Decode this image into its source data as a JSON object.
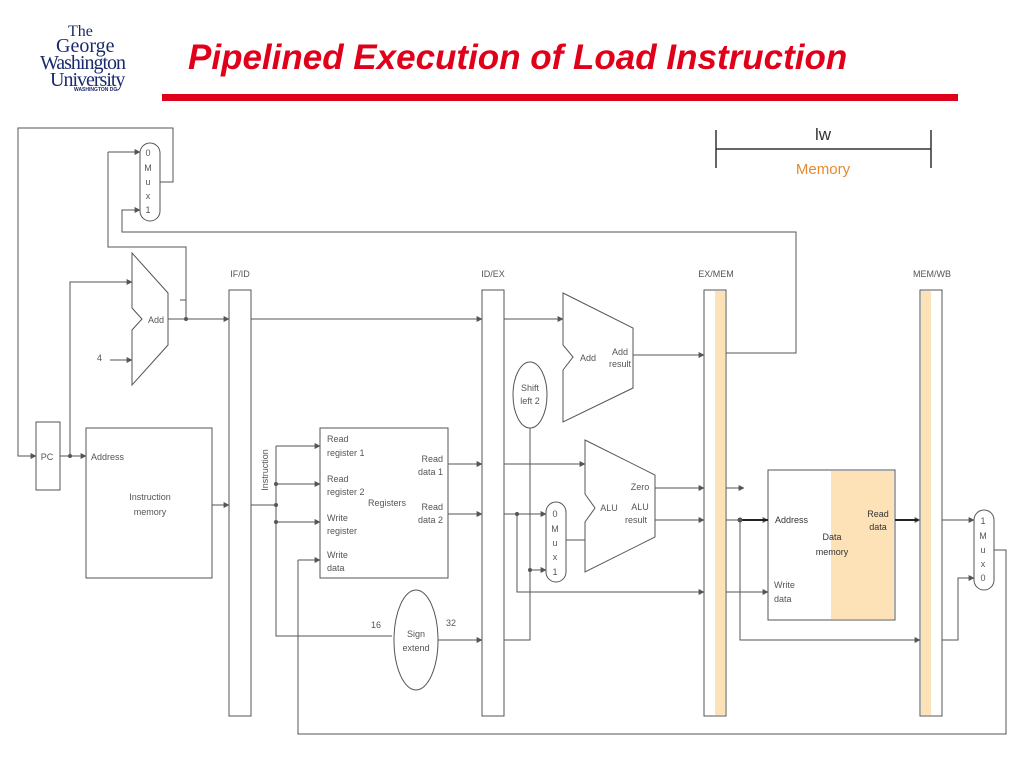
{
  "header": {
    "title": "Pipelined Execution of Load Instruction",
    "logo": {
      "line1": "The",
      "line2": "George",
      "line3": "Washington",
      "line4": "University",
      "line5": "WASHINGTON DC"
    }
  },
  "legend": {
    "instruction": "lw",
    "stage": "Memory"
  },
  "registers": {
    "ifid": "IF/ID",
    "idex": "ID/EX",
    "exmem": "EX/MEM",
    "memwb": "MEM/WB"
  },
  "blocks": {
    "pc": "PC",
    "add_pc": "Add",
    "const4": "4",
    "mux_top": {
      "l0": "0",
      "l1": "M",
      "l2": "u",
      "l3": "x",
      "l4": "1"
    },
    "instr_mem": {
      "address": "Address",
      "line1": "Instruction",
      "line2": "memory"
    },
    "instruction": "Instruction",
    "regfile": {
      "read_reg1_a": "Read",
      "read_reg1_b": "register 1",
      "read_reg2_a": "Read",
      "read_reg2_b": "register 2",
      "write_reg_a": "Write",
      "write_reg_b": "register",
      "write_data_a": "Write",
      "write_data_b": "data",
      "read_data1_a": "Read",
      "read_data1_b": "data 1",
      "read_data2_a": "Read",
      "read_data2_b": "data 2",
      "name": "Registers"
    },
    "shift": {
      "l1": "Shift",
      "l2": "left 2"
    },
    "adder2": {
      "name": "Add",
      "res1": "Add",
      "res2": "result"
    },
    "sign_extend": {
      "in": "16",
      "out": "32",
      "l1": "Sign",
      "l2": "extend"
    },
    "mux_alu": {
      "l0": "0",
      "l1": "M",
      "l2": "u",
      "l3": "x",
      "l4": "1"
    },
    "alu": {
      "name": "ALU",
      "zero": "Zero",
      "res1": "ALU",
      "res2": "result"
    },
    "data_mem": {
      "address": "Address",
      "read1": "Read",
      "read2": "data",
      "name1": "Data",
      "name2": "memory",
      "write1": "Write",
      "write2": "data"
    },
    "mux_wb": {
      "l0": "1",
      "l1": "M",
      "l2": "u",
      "l3": "x",
      "l4": "0"
    }
  },
  "colors": {
    "title": "#e0001a",
    "highlight": "#fde2b8",
    "orange_text": "#e8892e",
    "wire": "#555555"
  }
}
